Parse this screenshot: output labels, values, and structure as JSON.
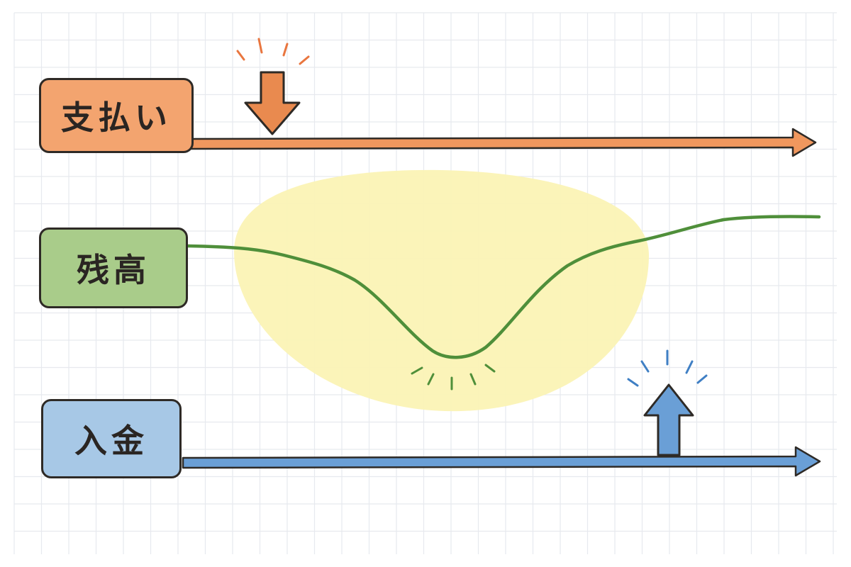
{
  "rows": {
    "payment": {
      "label": "支払い",
      "color": "#e98a4f"
    },
    "balance": {
      "label": "残高",
      "color": "#4f8f3a"
    },
    "deposit": {
      "label": "入金",
      "color": "#6a9fd6"
    }
  },
  "highlight_color": "#fbf3b5",
  "grid_color": "#e7e9ee"
}
